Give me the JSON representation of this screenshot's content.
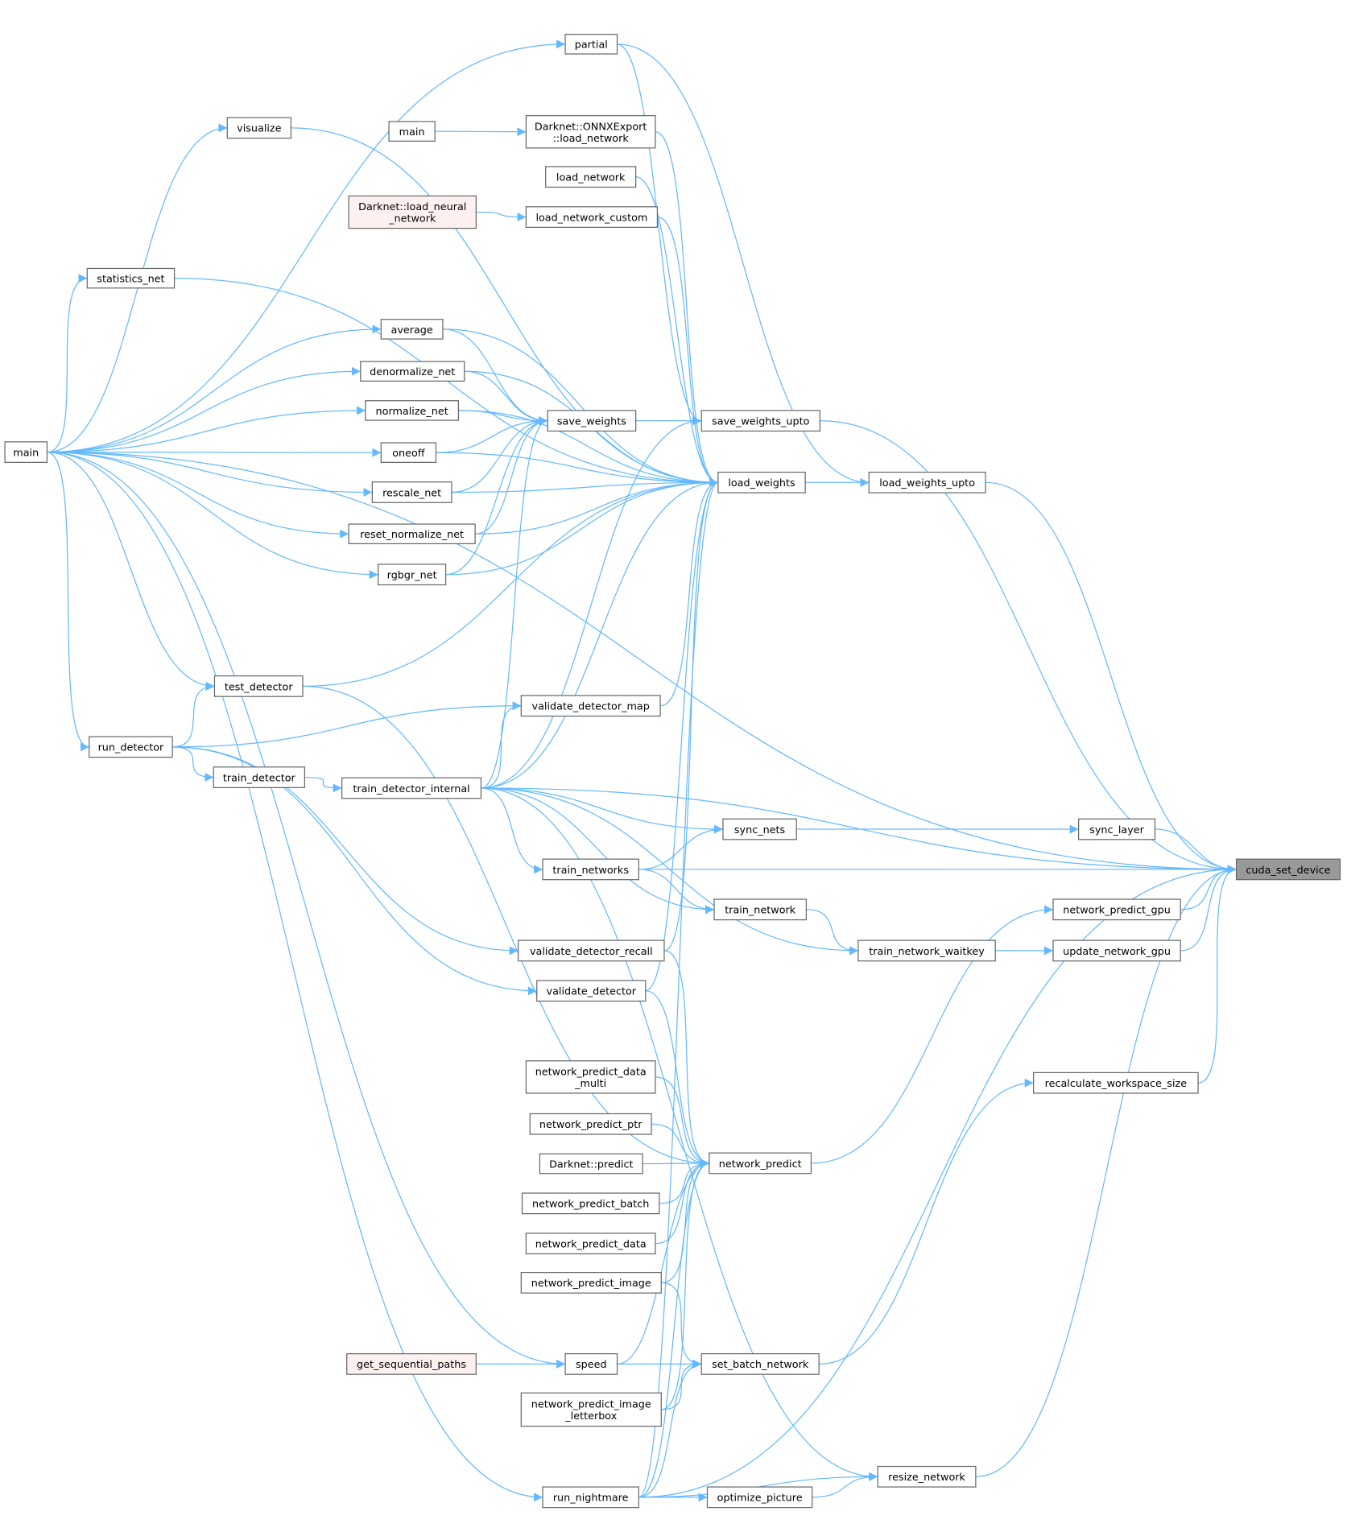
{
  "colors": {
    "edge": "#63b8ff",
    "node_fill": "#ffffff",
    "node_border": "#666666",
    "focus_fill": "#999999",
    "external_border": "#ff0000",
    "external_fill": "#fff0f0"
  },
  "nodes": [
    {
      "id": "cuda_set_device",
      "label": "cuda_set_device",
      "kind": "focus"
    },
    {
      "id": "partial",
      "label": "partial"
    },
    {
      "id": "visualize",
      "label": "visualize"
    },
    {
      "id": "main_top",
      "label": "main"
    },
    {
      "id": "onnx_load_network",
      "label": "Darknet::ONNXExport\n::load_network"
    },
    {
      "id": "load_network",
      "label": "load_network"
    },
    {
      "id": "load_neural_network",
      "label": "Darknet::load_neural\n_network",
      "kind": "external"
    },
    {
      "id": "load_network_custom",
      "label": "load_network_custom"
    },
    {
      "id": "statistics_net",
      "label": "statistics_net"
    },
    {
      "id": "average",
      "label": "average"
    },
    {
      "id": "denormalize_net",
      "label": "denormalize_net"
    },
    {
      "id": "normalize_net",
      "label": "normalize_net"
    },
    {
      "id": "save_weights",
      "label": "save_weights"
    },
    {
      "id": "save_weights_upto",
      "label": "save_weights_upto"
    },
    {
      "id": "main",
      "label": "main"
    },
    {
      "id": "oneoff",
      "label": "oneoff"
    },
    {
      "id": "load_weights",
      "label": "load_weights"
    },
    {
      "id": "load_weights_upto",
      "label": "load_weights_upto"
    },
    {
      "id": "rescale_net",
      "label": "rescale_net"
    },
    {
      "id": "reset_normalize_net",
      "label": "reset_normalize_net"
    },
    {
      "id": "rgbgr_net",
      "label": "rgbgr_net"
    },
    {
      "id": "test_detector",
      "label": "test_detector"
    },
    {
      "id": "validate_detector_map",
      "label": "validate_detector_map"
    },
    {
      "id": "run_detector",
      "label": "run_detector"
    },
    {
      "id": "train_detector",
      "label": "train_detector"
    },
    {
      "id": "train_detector_internal",
      "label": "train_detector_internal"
    },
    {
      "id": "sync_nets",
      "label": "sync_nets"
    },
    {
      "id": "sync_layer",
      "label": "sync_layer"
    },
    {
      "id": "train_networks",
      "label": "train_networks"
    },
    {
      "id": "train_network",
      "label": "train_network"
    },
    {
      "id": "network_predict_gpu",
      "label": "network_predict_gpu"
    },
    {
      "id": "train_network_waitkey",
      "label": "train_network_waitkey"
    },
    {
      "id": "update_network_gpu",
      "label": "update_network_gpu"
    },
    {
      "id": "validate_detector_recall",
      "label": "validate_detector_recall"
    },
    {
      "id": "validate_detector",
      "label": "validate_detector"
    },
    {
      "id": "recalculate_workspace_size",
      "label": "recalculate_workspace_size"
    },
    {
      "id": "network_predict_data_multi",
      "label": "network_predict_data\n_multi"
    },
    {
      "id": "network_predict_ptr",
      "label": "network_predict_ptr"
    },
    {
      "id": "darknet_predict",
      "label": "Darknet::predict"
    },
    {
      "id": "network_predict",
      "label": "network_predict"
    },
    {
      "id": "network_predict_batch",
      "label": "network_predict_batch"
    },
    {
      "id": "network_predict_data",
      "label": "network_predict_data"
    },
    {
      "id": "network_predict_image",
      "label": "network_predict_image"
    },
    {
      "id": "get_sequential_paths",
      "label": "get_sequential_paths",
      "kind": "external"
    },
    {
      "id": "speed",
      "label": "speed"
    },
    {
      "id": "set_batch_network",
      "label": "set_batch_network"
    },
    {
      "id": "network_predict_image_letterbox",
      "label": "network_predict_image\n_letterbox"
    },
    {
      "id": "resize_network",
      "label": "resize_network"
    },
    {
      "id": "run_nightmare",
      "label": "run_nightmare"
    },
    {
      "id": "optimize_picture",
      "label": "optimize_picture"
    }
  ],
  "edges": [
    [
      "main",
      "cuda_set_device"
    ],
    [
      "main",
      "partial"
    ],
    [
      "main",
      "visualize"
    ],
    [
      "main",
      "statistics_net"
    ],
    [
      "main",
      "average"
    ],
    [
      "main",
      "denormalize_net"
    ],
    [
      "main",
      "normalize_net"
    ],
    [
      "main",
      "oneoff"
    ],
    [
      "main",
      "rescale_net"
    ],
    [
      "main",
      "reset_normalize_net"
    ],
    [
      "main",
      "rgbgr_net"
    ],
    [
      "main",
      "test_detector"
    ],
    [
      "main",
      "run_detector"
    ],
    [
      "main",
      "speed"
    ],
    [
      "main",
      "run_nightmare"
    ],
    [
      "partial",
      "save_weights_upto"
    ],
    [
      "partial",
      "load_weights_upto"
    ],
    [
      "visualize",
      "load_weights"
    ],
    [
      "main_top",
      "onnx_load_network"
    ],
    [
      "onnx_load_network",
      "load_weights"
    ],
    [
      "load_network",
      "load_weights"
    ],
    [
      "load_neural_network",
      "load_network_custom"
    ],
    [
      "load_network_custom",
      "load_weights"
    ],
    [
      "statistics_net",
      "load_weights"
    ],
    [
      "average",
      "save_weights"
    ],
    [
      "average",
      "load_weights"
    ],
    [
      "denormalize_net",
      "save_weights"
    ],
    [
      "denormalize_net",
      "load_weights"
    ],
    [
      "normalize_net",
      "save_weights"
    ],
    [
      "normalize_net",
      "load_weights"
    ],
    [
      "oneoff",
      "save_weights"
    ],
    [
      "oneoff",
      "load_weights"
    ],
    [
      "rescale_net",
      "save_weights"
    ],
    [
      "rescale_net",
      "load_weights"
    ],
    [
      "reset_normalize_net",
      "save_weights"
    ],
    [
      "reset_normalize_net",
      "load_weights"
    ],
    [
      "rgbgr_net",
      "save_weights"
    ],
    [
      "rgbgr_net",
      "load_weights"
    ],
    [
      "save_weights",
      "save_weights_upto"
    ],
    [
      "save_weights_upto",
      "cuda_set_device"
    ],
    [
      "load_weights",
      "load_weights_upto"
    ],
    [
      "load_weights_upto",
      "cuda_set_device"
    ],
    [
      "test_detector",
      "load_weights"
    ],
    [
      "test_detector",
      "network_predict"
    ],
    [
      "run_detector",
      "test_detector"
    ],
    [
      "run_detector",
      "validate_detector_map"
    ],
    [
      "run_detector",
      "train_detector"
    ],
    [
      "run_detector",
      "validate_detector_recall"
    ],
    [
      "run_detector",
      "validate_detector"
    ],
    [
      "validate_detector_map",
      "load_weights"
    ],
    [
      "train_detector",
      "train_detector_internal"
    ],
    [
      "train_detector_internal",
      "save_weights"
    ],
    [
      "train_detector_internal",
      "save_weights_upto"
    ],
    [
      "train_detector_internal",
      "load_weights"
    ],
    [
      "train_detector_internal",
      "validate_detector_map"
    ],
    [
      "train_detector_internal",
      "cuda_set_device"
    ],
    [
      "train_detector_internal",
      "sync_nets"
    ],
    [
      "train_detector_internal",
      "train_networks"
    ],
    [
      "train_detector_internal",
      "train_network"
    ],
    [
      "train_detector_internal",
      "train_network_waitkey"
    ],
    [
      "train_detector_internal",
      "resize_network"
    ],
    [
      "train_networks",
      "sync_nets"
    ],
    [
      "train_networks",
      "cuda_set_device"
    ],
    [
      "train_networks",
      "train_network"
    ],
    [
      "sync_nets",
      "sync_layer"
    ],
    [
      "sync_layer",
      "cuda_set_device"
    ],
    [
      "train_network",
      "train_network_waitkey"
    ],
    [
      "train_network_waitkey",
      "update_network_gpu"
    ],
    [
      "update_network_gpu",
      "cuda_set_device"
    ],
    [
      "network_predict_gpu",
      "cuda_set_device"
    ],
    [
      "network_predict",
      "network_predict_gpu"
    ],
    [
      "validate_detector_recall",
      "load_weights"
    ],
    [
      "validate_detector_recall",
      "network_predict"
    ],
    [
      "validate_detector",
      "load_weights"
    ],
    [
      "validate_detector",
      "network_predict"
    ],
    [
      "network_predict_data_multi",
      "network_predict"
    ],
    [
      "network_predict_ptr",
      "network_predict"
    ],
    [
      "darknet_predict",
      "network_predict"
    ],
    [
      "network_predict_batch",
      "network_predict"
    ],
    [
      "network_predict_data",
      "network_predict"
    ],
    [
      "network_predict_image",
      "network_predict"
    ],
    [
      "network_predict_image",
      "set_batch_network"
    ],
    [
      "network_predict_image_letterbox",
      "network_predict"
    ],
    [
      "network_predict_image_letterbox",
      "set_batch_network"
    ],
    [
      "speed",
      "network_predict"
    ],
    [
      "speed",
      "set_batch_network"
    ],
    [
      "get_sequential_paths",
      "speed"
    ],
    [
      "run_nightmare",
      "set_batch_network"
    ],
    [
      "run_nightmare",
      "load_weights"
    ],
    [
      "run_nightmare",
      "network_predict"
    ],
    [
      "run_nightmare",
      "optimize_picture"
    ],
    [
      "run_nightmare",
      "resize_network"
    ],
    [
      "run_nightmare",
      "cuda_set_device"
    ],
    [
      "optimize_picture",
      "resize_network"
    ],
    [
      "set_batch_network",
      "recalculate_workspace_size"
    ],
    [
      "recalculate_workspace_size",
      "cuda_set_device"
    ],
    [
      "resize_network",
      "cuda_set_device"
    ]
  ]
}
